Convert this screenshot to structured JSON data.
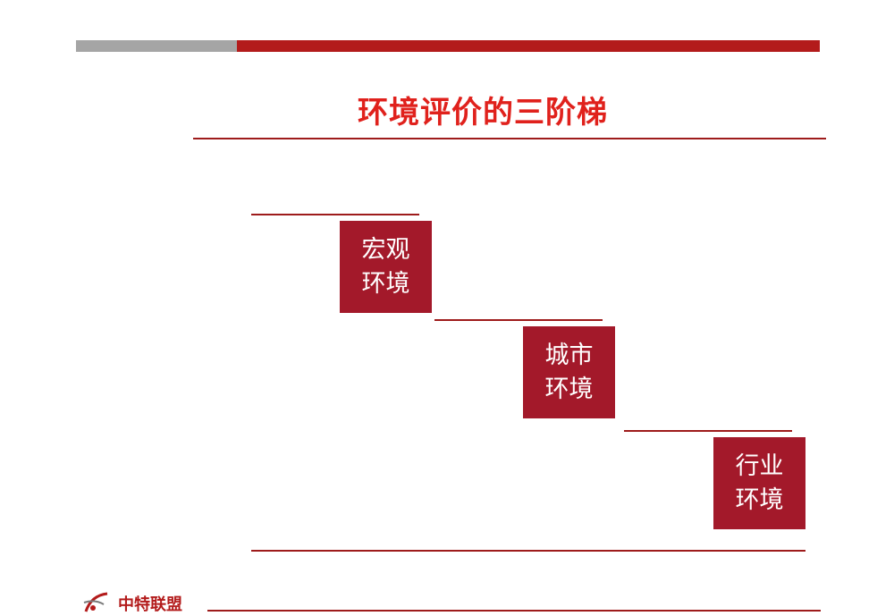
{
  "slide": {
    "title": "环境评价的三阶梯",
    "steps": [
      {
        "line1": "宏观",
        "line2": "环境"
      },
      {
        "line1": "城市",
        "line2": "环境"
      },
      {
        "line1": "行业",
        "line2": "环境"
      }
    ]
  },
  "footer": {
    "brand": "中特联盟"
  },
  "colors": {
    "accent_red": "#b31b1b",
    "title_red": "#e0211c",
    "box_red": "#a3192a",
    "gray": "#a5a5a5"
  }
}
